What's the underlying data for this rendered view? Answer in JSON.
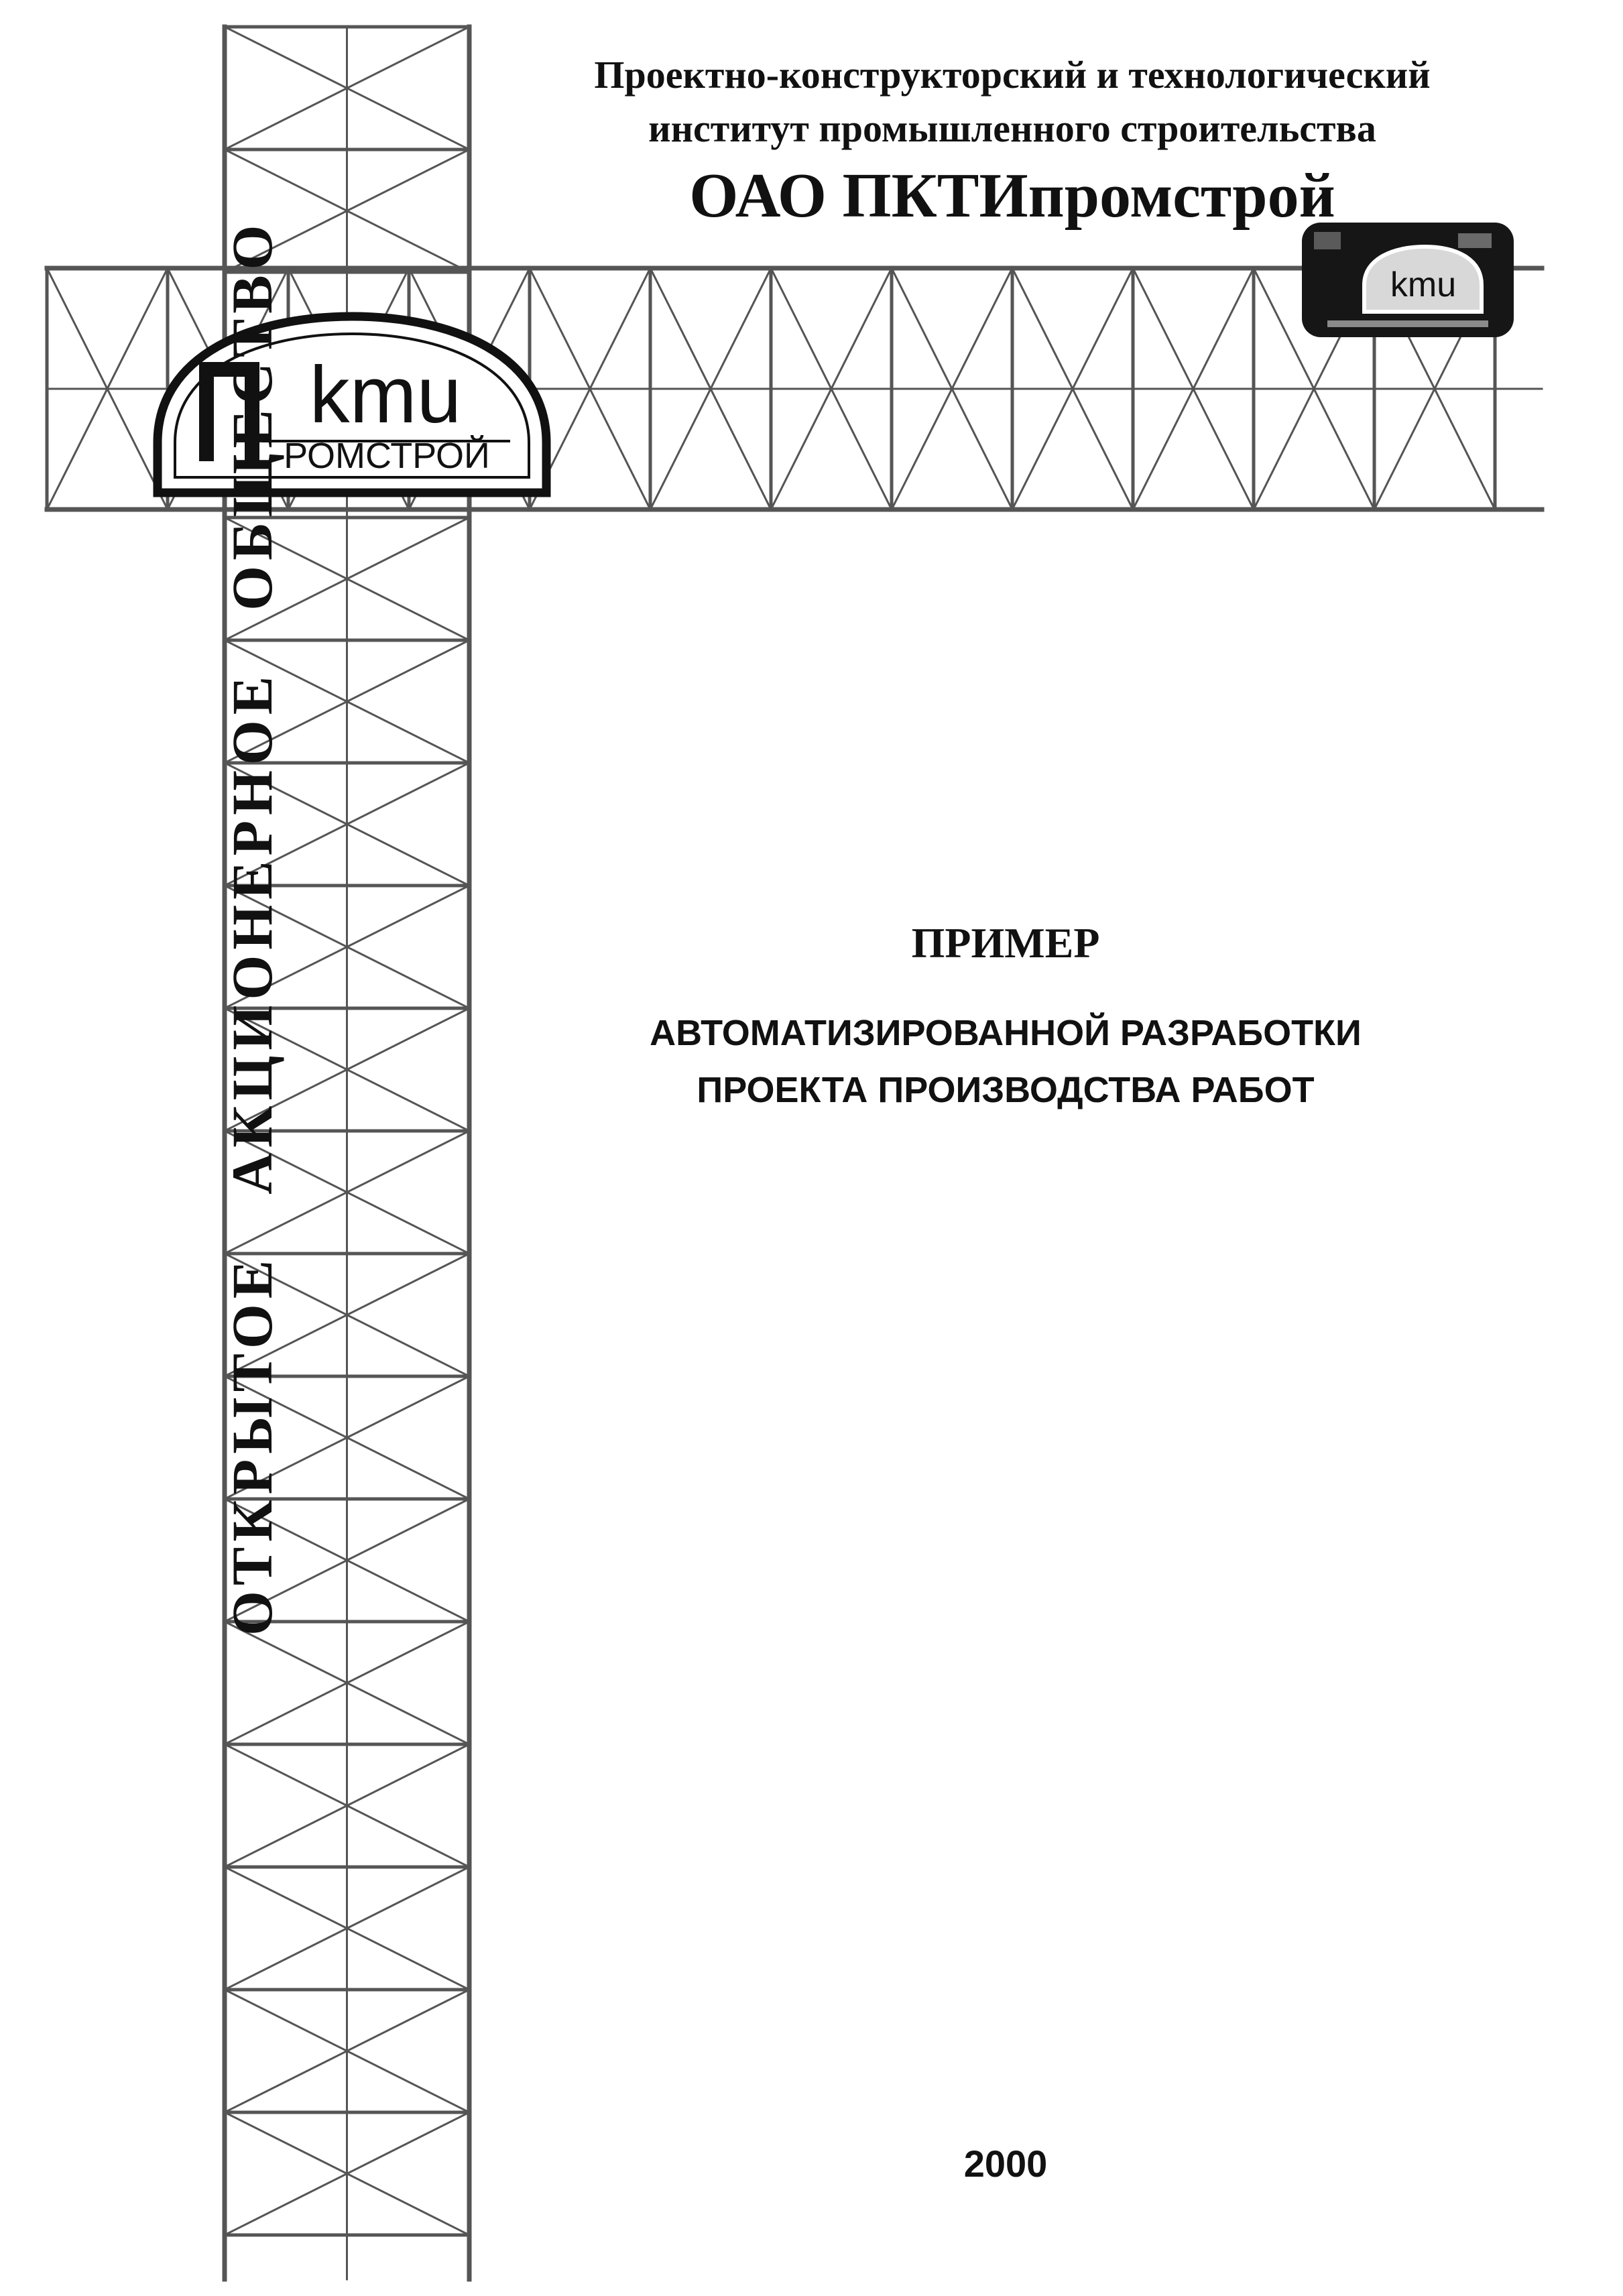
{
  "header": {
    "institute_line1": "Проектно-конструкторский и технологический",
    "institute_line2": "институт промышленного строительства",
    "org_name": "ОАО ПКТИпромстрой"
  },
  "logo": {
    "letter_p": "П",
    "letters_kti": "kmu",
    "subtitle": "РОМСТРОЙ",
    "small_logo_text": "kmu"
  },
  "side_text": {
    "word1": "ОТКРЫТОЕ",
    "word2": "АКЦИОНЕРНОЕ",
    "word3": "ОБЩЕСТВО"
  },
  "document": {
    "kind": "ПРИМЕР",
    "subtitle_line1": "АВТОМАТИЗИРОВАННОЙ РАЗРАБОТКИ",
    "subtitle_line2": "ПРОЕКТА ПРОИЗВОДСТВА РАБОТ",
    "year": "2000"
  }
}
